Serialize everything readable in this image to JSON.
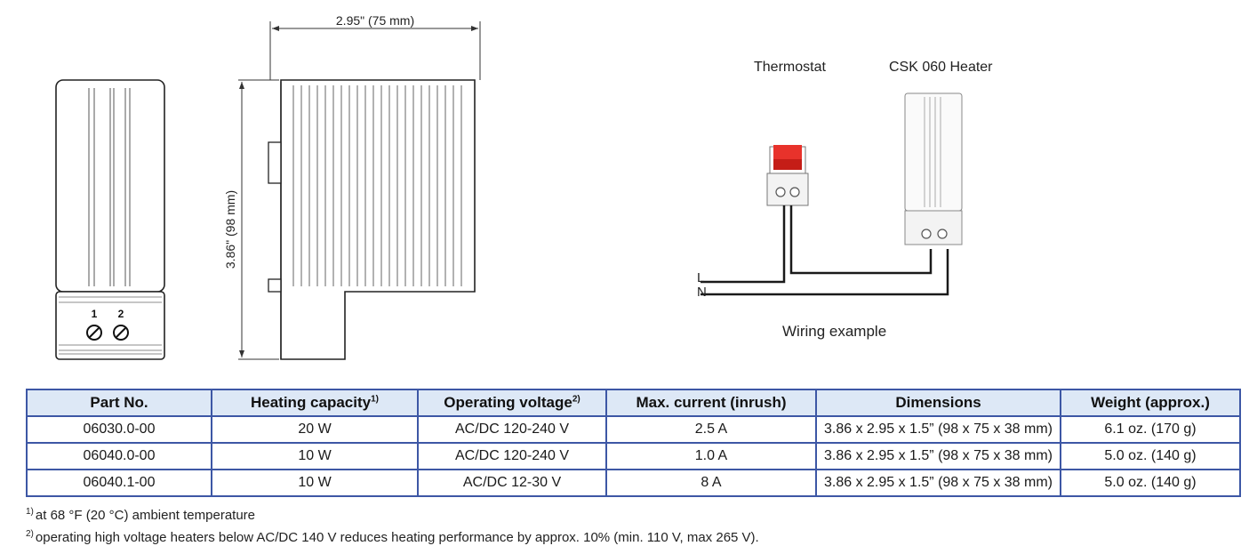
{
  "drawing": {
    "width_label": "2.95\" (75 mm)",
    "height_label": "3.86\" (98 mm)",
    "terminal_1": "1",
    "terminal_2": "2"
  },
  "wiring": {
    "thermostat_label": "Thermostat",
    "heater_label": "CSK 060 Heater",
    "line_L": "L",
    "line_N": "N",
    "caption": "Wiring example"
  },
  "table": {
    "headers": [
      {
        "text": "Part No.",
        "sup": ""
      },
      {
        "text": "Heating capacity",
        "sup": "1)"
      },
      {
        "text": "Operating voltage",
        "sup": "2)"
      },
      {
        "text": "Max. current (inrush)",
        "sup": ""
      },
      {
        "text": "Dimensions",
        "sup": ""
      },
      {
        "text": "Weight (approx.)",
        "sup": ""
      }
    ],
    "rows": [
      [
        "06030.0-00",
        "20 W",
        "AC/DC 120-240 V",
        "2.5 A",
        "3.86 x 2.95 x 1.5” (98 x 75 x 38 mm)",
        "6.1 oz. (170 g)"
      ],
      [
        "06040.0-00",
        "10 W",
        "AC/DC 120-240 V",
        "1.0 A",
        "3.86 x 2.95 x 1.5” (98 x 75 x 38 mm)",
        "5.0 oz. (140 g)"
      ],
      [
        "06040.1-00",
        "10 W",
        "AC/DC 12-30 V",
        "8 A",
        "3.86 x 2.95 x 1.5” (98 x 75 x 38 mm)",
        "5.0 oz. (140 g)"
      ]
    ]
  },
  "footnotes": [
    {
      "mark": "1)",
      "text": "at 68 °F (20 °C) ambient temperature"
    },
    {
      "mark": "2)",
      "text": "operating high voltage heaters below AC/DC 140 V reduces heating performance by approx. 10% (min. 110 V, max 265 V)."
    }
  ],
  "colors": {
    "table_border": "#3d57a5",
    "header_fill": "#dde8f6",
    "thermostat_red": "#e8322b"
  }
}
